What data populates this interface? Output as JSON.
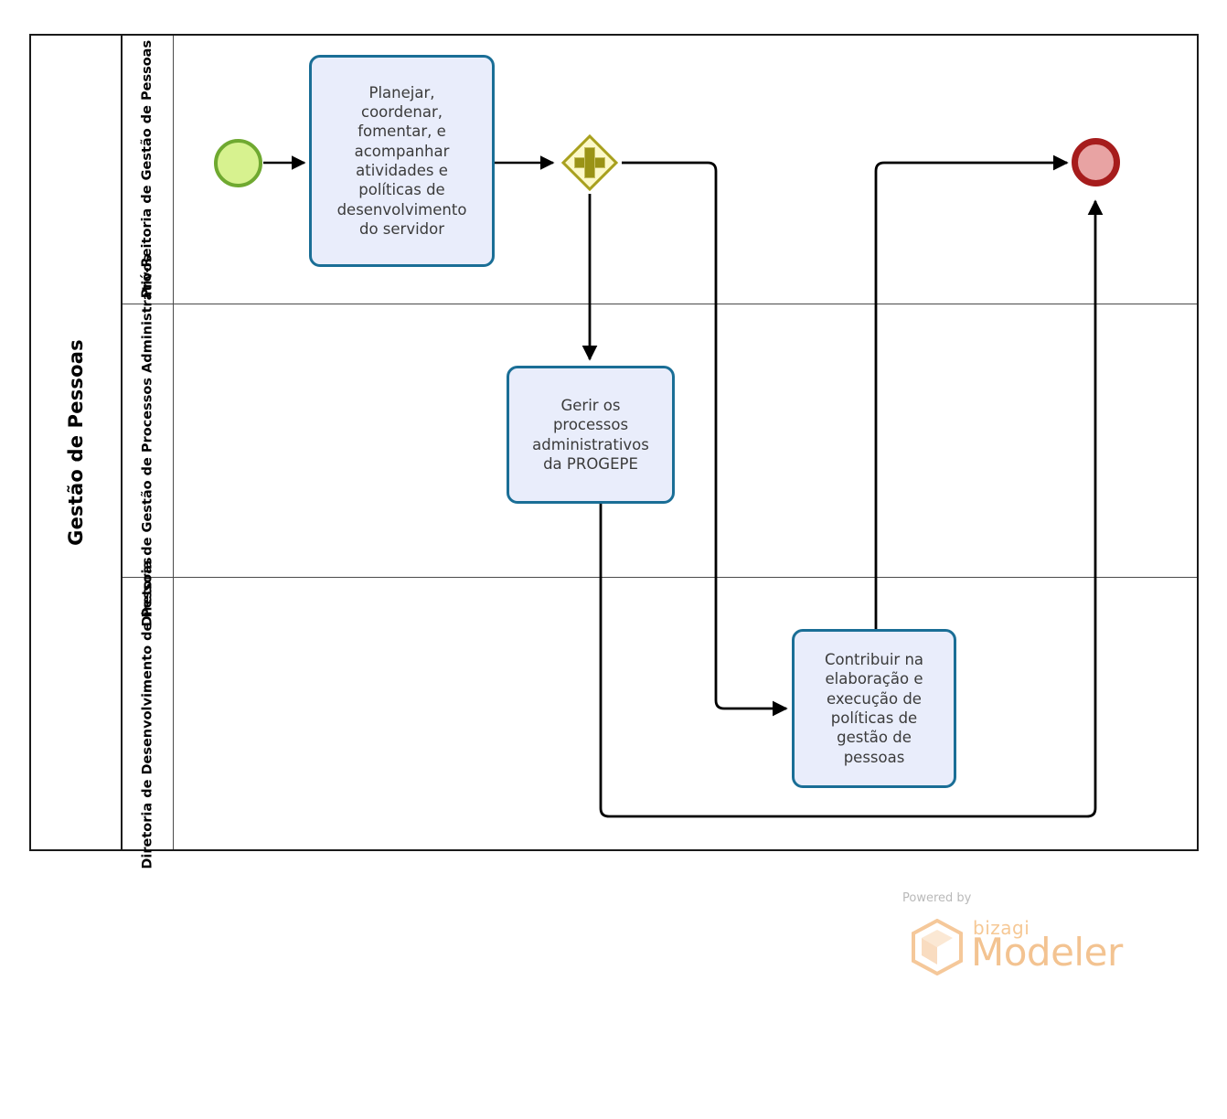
{
  "diagram": {
    "type": "bpmn-process-diagram",
    "pool": {
      "name": "Gestão de Pessoas"
    },
    "lanes": [
      {
        "id": "lane-pro-reitoria",
        "name": "Pró-Reitoria de Gestão de\nPessoas"
      },
      {
        "id": "lane-processos-adm",
        "name": "Diretoria de Gestão de\nProcessos Administrativos"
      },
      {
        "id": "lane-desenvolvimento",
        "name": "Diretoria de Desenvolvimento\nde Pessoas"
      }
    ],
    "events": [
      {
        "id": "start-event",
        "kind": "start",
        "lane": "lane-pro-reitoria",
        "fill": "#D7F28F",
        "stroke": "#6FA930"
      },
      {
        "id": "end-event",
        "kind": "end",
        "lane": "lane-pro-reitoria",
        "fill": "#E8A3A3",
        "stroke": "#A61C1C"
      }
    ],
    "gateways": [
      {
        "id": "parallel-gateway",
        "kind": "parallel",
        "symbol": "+",
        "lane": "lane-pro-reitoria",
        "fill": "#FCF9C9",
        "stroke": "#A8A01E"
      }
    ],
    "tasks": [
      {
        "id": "task-planejar",
        "lane": "lane-pro-reitoria",
        "label": "Planejar,\ncoordenar,\nfomentar, e\nacompanhar\natividades e\npolíticas de\ndesenvolvimento\ndo servidor"
      },
      {
        "id": "task-gerir",
        "lane": "lane-processos-adm",
        "label": "Gerir os\nprocessos\nadministrativos\nda PROGEPE"
      },
      {
        "id": "task-contribuir",
        "lane": "lane-desenvolvimento",
        "label": "Contribuir na\nelaboração e\nexecução de\npolíticas de\ngestão de\npessoas"
      }
    ],
    "flows": [
      {
        "id": "flow-start-to-planejar",
        "from": "start-event",
        "to": "task-planejar"
      },
      {
        "id": "flow-planejar-to-gateway",
        "from": "task-planejar",
        "to": "parallel-gateway"
      },
      {
        "id": "flow-gateway-to-gerir",
        "from": "parallel-gateway",
        "to": "task-gerir"
      },
      {
        "id": "flow-gateway-to-contribuir",
        "from": "parallel-gateway",
        "to": "task-contribuir"
      },
      {
        "id": "flow-contribuir-to-end",
        "from": "task-contribuir",
        "to": "end-event"
      },
      {
        "id": "flow-gerir-to-end",
        "from": "task-gerir",
        "to": "end-event"
      }
    ],
    "style": {
      "task_fill": "#E9EDFB",
      "task_stroke": "#1A6E96",
      "pool_stroke": "#1a1a1a",
      "lane_stroke": "#4a4a4a",
      "flow_stroke": "#000000"
    }
  },
  "watermark": {
    "powered_by": "Powered by",
    "brand": "bizagi",
    "product": "Modeler",
    "color": "#F3C391"
  }
}
